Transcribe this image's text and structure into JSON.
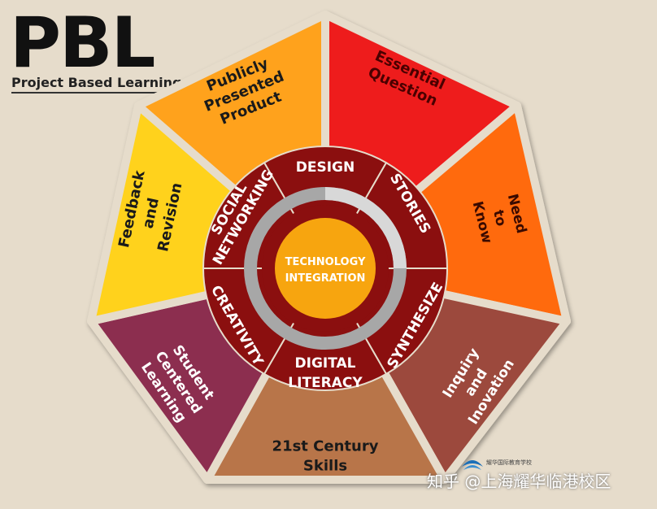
{
  "logo": {
    "title": "PBL",
    "subtitle": "Project Based Learning"
  },
  "outer_segments": [
    {
      "id": "essential-question",
      "lines": [
        "Essential",
        "Question"
      ],
      "color": "#ee1c1c"
    },
    {
      "id": "need-to-know",
      "lines": [
        "Need",
        "to",
        "Know"
      ],
      "color": "#ff6a10"
    },
    {
      "id": "inquiry-and-inovation",
      "lines": [
        "Inquiry",
        "and",
        "Inovation"
      ],
      "color": "#9c4a3c"
    },
    {
      "id": "21st-century-skills",
      "lines": [
        "21st Century",
        "Skills"
      ],
      "color": "#b8744a"
    },
    {
      "id": "student-centered-learning",
      "lines": [
        "Student",
        "Centered",
        "Learning"
      ],
      "color": "#8c2e50"
    },
    {
      "id": "feedback-and-revision",
      "lines": [
        "Feedback",
        "and",
        "Revision"
      ],
      "color": "#ffd21a"
    },
    {
      "id": "publicly-presented-product",
      "lines": [
        "Publicly",
        "Presented",
        "Product"
      ],
      "color": "#ffa21a"
    }
  ],
  "inner_segments": [
    {
      "id": "design",
      "label": "DESIGN"
    },
    {
      "id": "stories",
      "label": "STORIES"
    },
    {
      "id": "synthesize",
      "label": "SYNTHESIZE"
    },
    {
      "id": "digital-literacy",
      "lines": [
        "DIGITAL",
        "LITERACY"
      ]
    },
    {
      "id": "creativity",
      "label": "CREATIVITY"
    },
    {
      "id": "social-networking",
      "lines": [
        "SOCIAL",
        "NETWORKING"
      ]
    }
  ],
  "center": {
    "lines": [
      "TECHNOLOGY",
      "INTEGRATION"
    ]
  },
  "colors": {
    "background": "#e6dccb",
    "inner_ring": "#8b0f0f",
    "ring_gray": "#a7a7a7",
    "center": "#f7a50f",
    "center_text": "#ffffff"
  },
  "watermark": {
    "text": "知乎 @上海耀华临港校区",
    "school_small": "耀华国际教育学校"
  }
}
